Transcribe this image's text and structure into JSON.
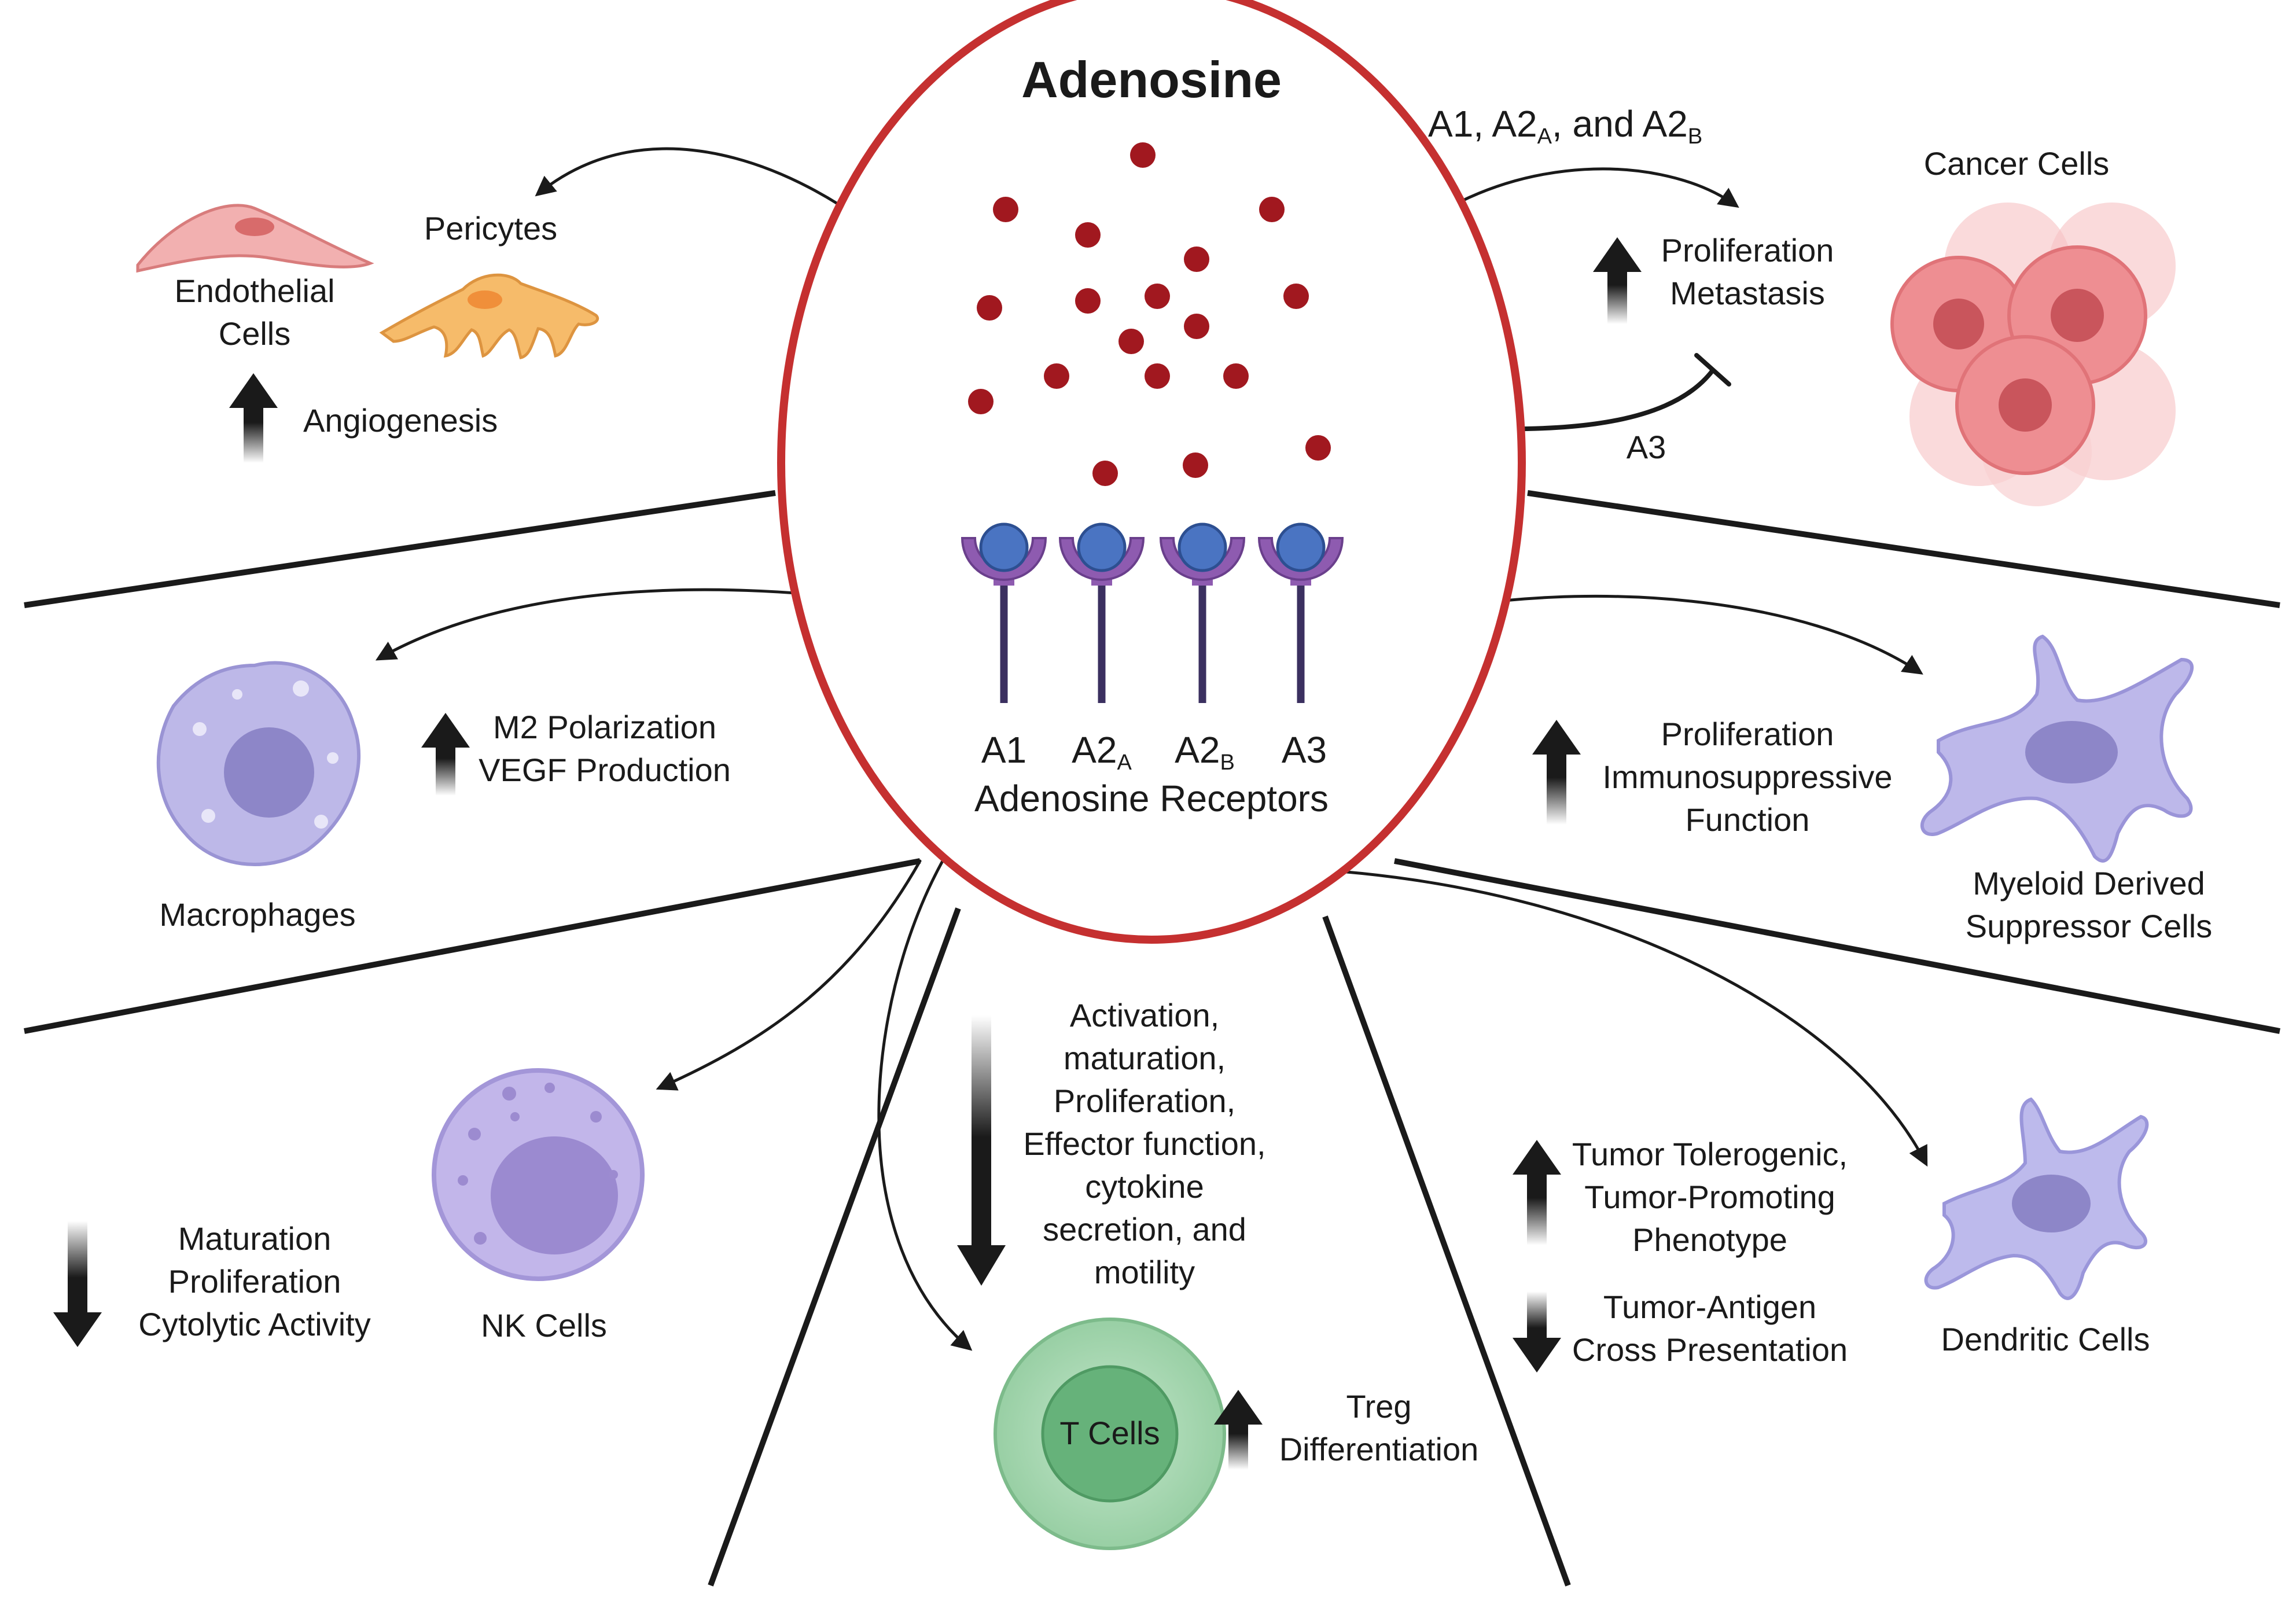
{
  "colors": {
    "oval": "#c53030",
    "adenosine": "#a1181f",
    "receptor_cup": "#8e5bb0",
    "receptor_ball": "#4a74c2",
    "receptor_stem": "#3b3060",
    "line": "#1a1a1a",
    "tcell_outer": "#a7d7b1",
    "tcell_inner": "#5fae74",
    "macro": "#b9b4e6",
    "nk": "#b9aee6",
    "mdsc": "#b9b4e8",
    "dendritic": "#b8b6ea",
    "endothelial": "#f0a8a8",
    "pericyte": "#f5b968",
    "cancer": "#ef8b8f"
  },
  "center": {
    "title": "Adenosine",
    "receptors": [
      {
        "main": "A1",
        "sub": ""
      },
      {
        "main": "A2",
        "sub": "A"
      },
      {
        "main": "A2",
        "sub": "B"
      },
      {
        "main": "A3",
        "sub": ""
      }
    ],
    "receptors_label": "Adenosine Receptors"
  },
  "cancer": {
    "receptor_line": {
      "p1": "A1, A2",
      "s1": "A",
      "p2": ", and A2",
      "s2": "B"
    },
    "label": "Cancer Cells",
    "effect_lines": [
      "Proliferation",
      "Metastasis"
    ],
    "inhibit_label": "A3"
  },
  "endothelial": {
    "label_lines": [
      "Endothelial",
      "Cells"
    ],
    "pericytes_label": "Pericytes",
    "effect": "Angiogenesis"
  },
  "macrophages": {
    "label": "Macrophages",
    "effect_lines": [
      "M2 Polarization",
      "VEGF Production"
    ]
  },
  "mdsc": {
    "label_lines": [
      "Myeloid Derived",
      "Suppressor Cells"
    ],
    "effect_lines": [
      "Proliferation",
      "Immunosuppressive",
      "Function"
    ]
  },
  "nk": {
    "label": "NK Cells",
    "effect_lines": [
      "Maturation",
      "Proliferation",
      "Cytolytic Activity"
    ]
  },
  "tcells": {
    "label": "T Cells",
    "down_lines": [
      "Activation,",
      "maturation,",
      "Proliferation,",
      "Effector function,",
      "cytokine",
      "secretion, and",
      "motility"
    ],
    "up_lines": [
      "Treg",
      "Differentiation"
    ]
  },
  "dendritic": {
    "label": "Dendritic Cells",
    "up_lines": [
      "Tumor Tolerogenic,",
      "Tumor-Promoting",
      "Phenotype"
    ],
    "down_lines": [
      "Tumor-Antigen",
      "Cross Presentation"
    ]
  }
}
